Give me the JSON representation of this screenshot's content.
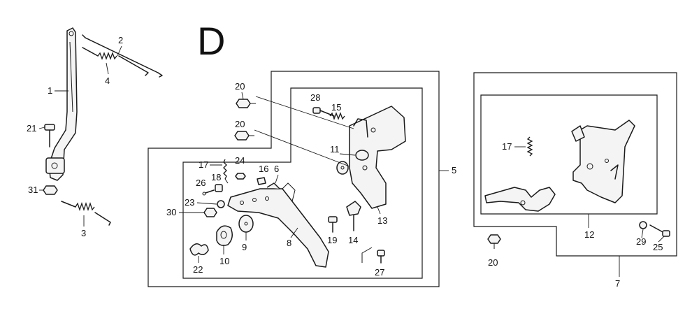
{
  "diagram": {
    "section_letter": "D",
    "labels": {
      "p1": "1",
      "p2": "2",
      "p3": "3",
      "p4": "4",
      "p5": "5",
      "p6": "6",
      "p7": "7",
      "p8": "8",
      "p9": "9",
      "p10": "10",
      "p11": "11",
      "p12": "12",
      "p13": "13",
      "p14": "14",
      "p15": "15",
      "p16": "16",
      "p17a": "17",
      "p17b": "17",
      "p18": "18",
      "p19": "19",
      "p20a": "20",
      "p20b": "20",
      "p20c": "20",
      "p21": "21",
      "p22": "22",
      "p23": "23",
      "p24": "24",
      "p25": "25",
      "p26": "26",
      "p27": "27",
      "p28": "28",
      "p29": "29",
      "p30": "30",
      "p31": "31"
    }
  }
}
